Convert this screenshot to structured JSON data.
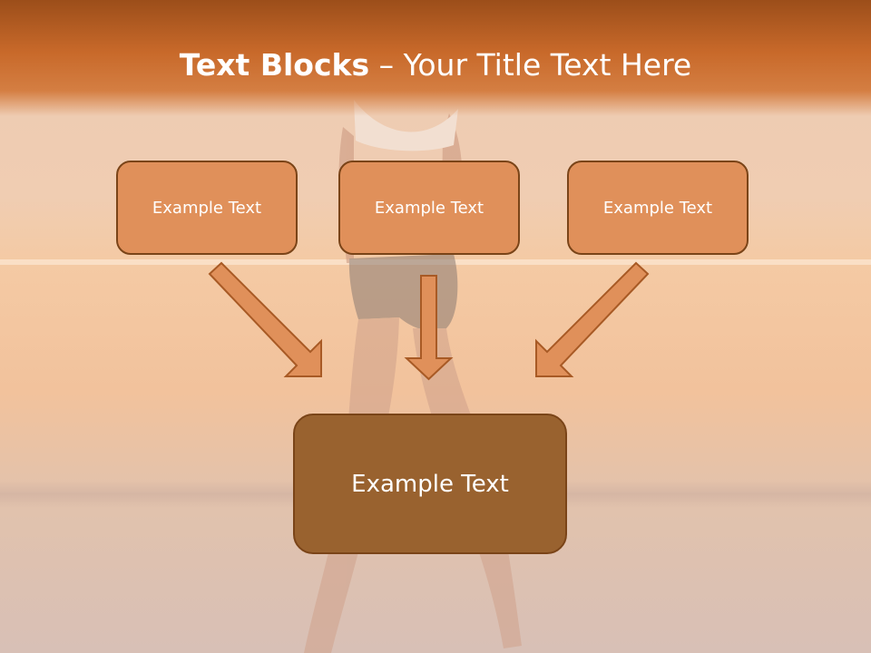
{
  "title": {
    "bold": "Text Blocks",
    "rest": " – Your Title Text Here"
  },
  "boxes": {
    "top_left": "Example Text",
    "top_center": "Example Text",
    "top_right": "Example Text",
    "bottom": "Example Text"
  },
  "colors": {
    "title_bar": "#c8692a",
    "small_box_fill": "#e0905a",
    "big_box_fill": "#99622f",
    "box_border": "#7a4418",
    "arrow_fill": "#e0905a",
    "arrow_stroke": "#a85a25"
  }
}
